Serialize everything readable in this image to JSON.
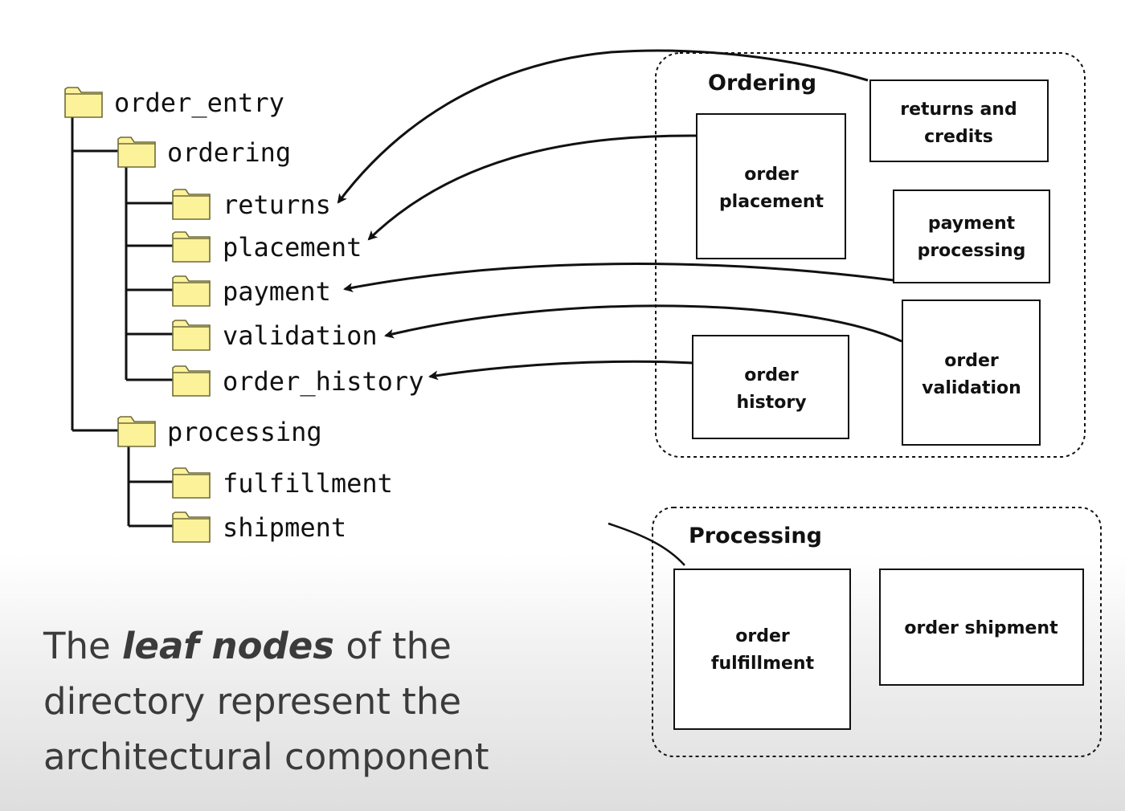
{
  "tree": {
    "root": "order_entry",
    "ordering": "ordering",
    "returns": "returns",
    "placement": "placement",
    "payment": "payment",
    "validation": "validation",
    "order_history": "order_history",
    "processing": "processing",
    "fulfillment": "fulfillment",
    "shipment": "shipment"
  },
  "ordering_cluster": {
    "title": "Ordering",
    "returns_credits": [
      "returns and",
      "credits"
    ],
    "order_placement": [
      "order",
      "placement"
    ],
    "payment_processing": [
      "payment",
      "processing"
    ],
    "order_validation": [
      "order",
      "validation"
    ],
    "order_history": [
      "order",
      "history"
    ]
  },
  "processing_cluster": {
    "title": "Processing",
    "order_fulfillment": [
      "order",
      "fulfillment"
    ],
    "order_shipment": "order shipment"
  },
  "caption": {
    "before": "The ",
    "emphasis": "leaf nodes",
    "after": " of the directory represent the architectural component"
  },
  "colors": {
    "folder_fill": "#fbf29a",
    "folder_stroke": "#6f6a3a",
    "line": "#111111",
    "caption_text": "#3b3b3b"
  }
}
